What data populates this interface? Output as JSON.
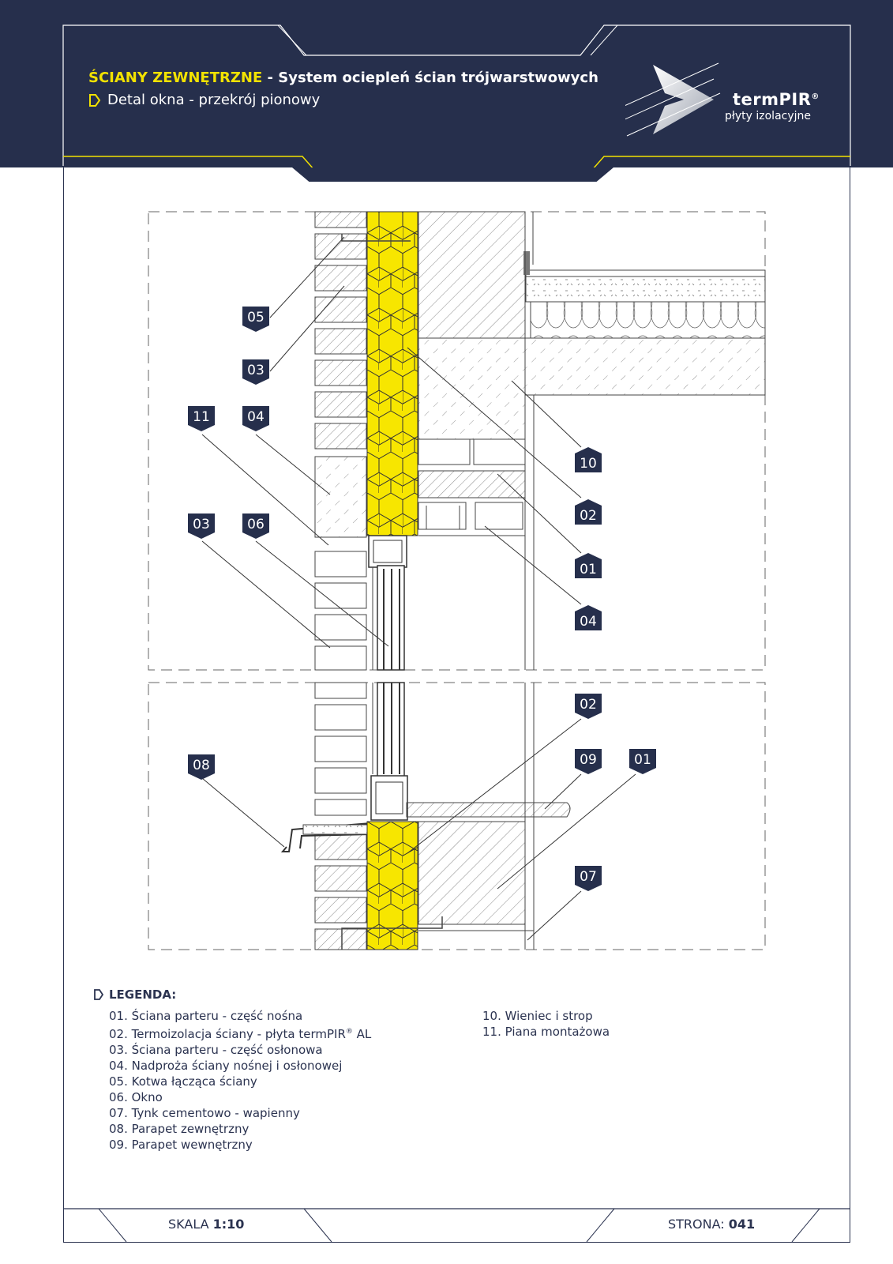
{
  "header": {
    "title_accent": "ŚCIANY ZEWNĘTRZNE",
    "title_rest": " - System ociepleń ścian trójwarstwowych",
    "subtitle": "Detal okna - przekrój pionowy",
    "brand": "termPIR",
    "brand_reg": "®",
    "brand_sub": "płyty izolacyjne"
  },
  "diagram": {
    "callouts": [
      "05",
      "03",
      "11",
      "04",
      "03",
      "06",
      "10",
      "02",
      "01",
      "04",
      "02",
      "09",
      "01",
      "08",
      "07"
    ],
    "colors": {
      "navy": "#262f4c",
      "insulation": "#f7e600",
      "line": "#4a4a4a"
    }
  },
  "legend": {
    "title": "LEGENDA:",
    "items_left": [
      "01. Ściana parteru - część nośna",
      "02. Termoizolacja ściany - płyta termPIR",
      "03. Ściana parteru - część osłonowa",
      "04. Nadproża ściany nośnej i osłonowej",
      "05. Kotwa łącząca ściany",
      "06. Okno",
      "07. Tynk cementowo - wapienny",
      "08. Parapet zewnętrzny",
      "09. Parapet wewnętrzny"
    ],
    "item2_suffix": " AL",
    "items_right": [
      "10. Wieniec i strop",
      "11. Piana montażowa"
    ]
  },
  "footer": {
    "scale_label": "SKALA",
    "scale_value": "1:10",
    "page_label": "STRONA:",
    "page_value": "041"
  }
}
